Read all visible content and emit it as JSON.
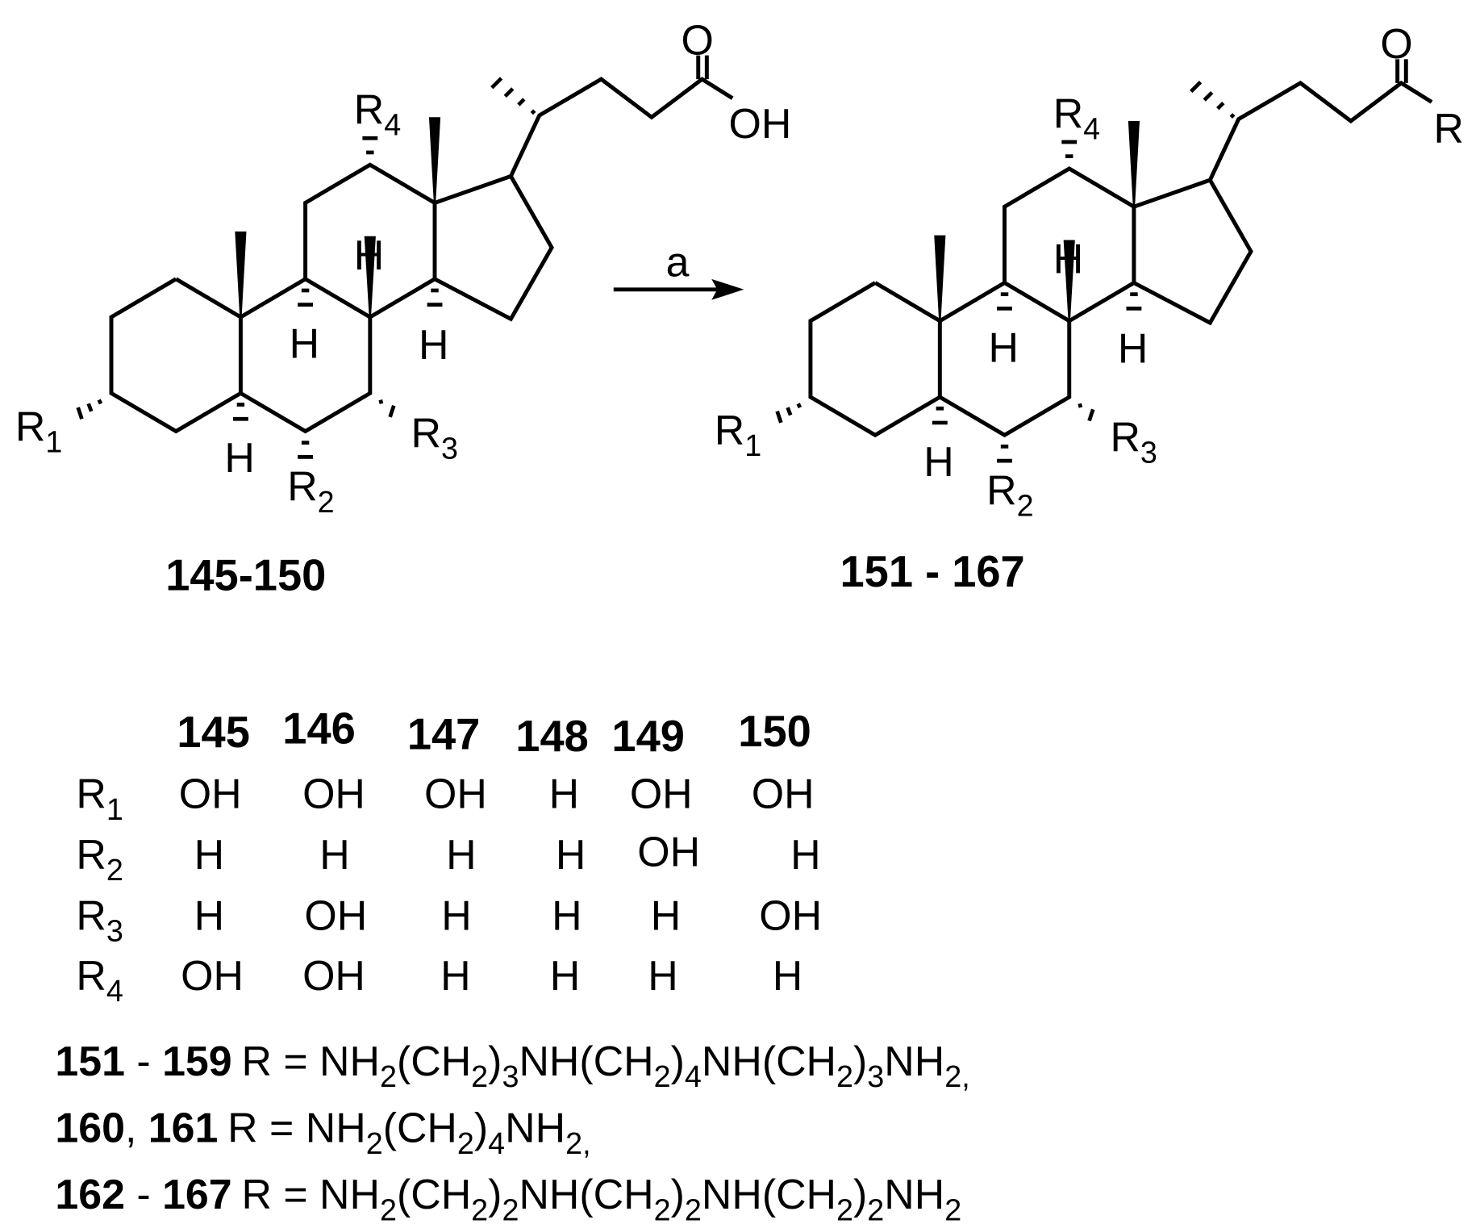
{
  "scheme": {
    "reaction_condition_label": "a",
    "starting_material": {
      "compound_label": "145-150",
      "substituents": [
        "R1",
        "R2",
        "R3",
        "R4"
      ],
      "terminal_group": "OH",
      "carbonyl_oxygen": "O",
      "ring_hydrogen": "H"
    },
    "product": {
      "compound_label": "151 - 167",
      "substituents": [
        "R1",
        "R2",
        "R3",
        "R4"
      ],
      "terminal_group": "R",
      "carbonyl_oxygen": "O",
      "ring_hydrogen": "H"
    }
  },
  "substituent_table": {
    "columns": [
      "145",
      "146",
      "147",
      "148",
      "149",
      "150"
    ],
    "rows": [
      {
        "label": "R",
        "sub": "1",
        "values": [
          "OH",
          "OH",
          "OH",
          "H",
          "OH",
          "OH"
        ]
      },
      {
        "label": "R",
        "sub": "2",
        "values": [
          "H",
          "H",
          "H",
          "H",
          "OH",
          "H"
        ]
      },
      {
        "label": "R",
        "sub": "3",
        "values": [
          "H",
          "OH",
          "H",
          "H",
          "H",
          "OH"
        ]
      },
      {
        "label": "R",
        "sub": "4",
        "values": [
          "OH",
          "OH",
          "H",
          "H",
          "H",
          "H"
        ]
      }
    ]
  },
  "r_group_definitions": [
    {
      "compounds": "151 - 159",
      "formula": "R = NH2(CH2)3NH(CH2)4NH(CH2)3NH2,"
    },
    {
      "compounds": "160, 161",
      "formula": "R = NH2(CH2)4NH2,"
    },
    {
      "compounds": "162 - 167",
      "formula": "R = NH2(CH2)2NH(CH2)2NH(CH2)2NH2"
    }
  ],
  "text": {
    "R": "R",
    "O": "O",
    "OH": "OH",
    "H": "H",
    "s1": "1",
    "s2": "2",
    "s3": "3",
    "s4": "4",
    "eq": " = ",
    "NH": "NH",
    "NH2_N": "NH",
    "CH": "(CH",
    "close": ")",
    "comma": ",",
    "def1_bold_a": "151",
    "def1_dash": " - ",
    "def1_bold_b": "159",
    "def2_bold_a": "160",
    "def2_comma": ", ",
    "def2_bold_b": "161",
    "def3_bold_a": "162",
    "def3_dash": " - ",
    "def3_bold_b": "167"
  }
}
